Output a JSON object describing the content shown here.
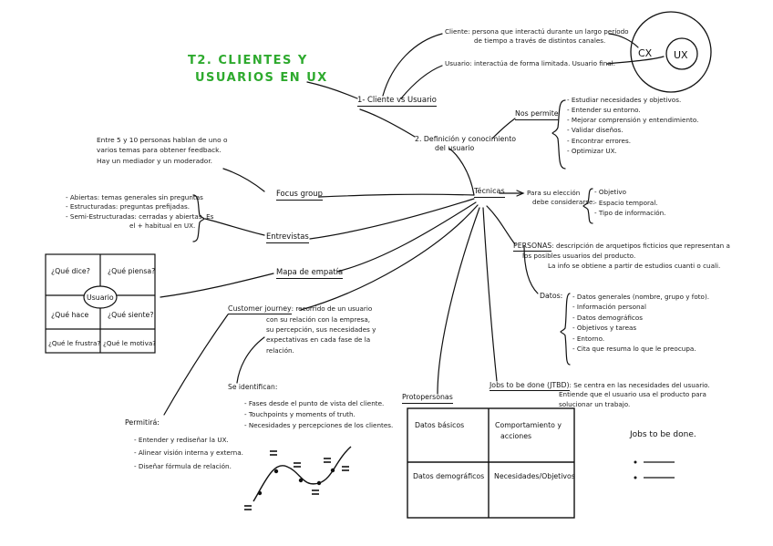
{
  "title": {
    "line1": "T2. CLIENTES Y",
    "line2": "USUARIOS EN UX"
  },
  "venn": {
    "cx": "CX",
    "ux": "UX"
  },
  "center": {
    "label": "Técnicas"
  },
  "branch_cliente_usuario": {
    "label": "1- Cliente vs Usuario",
    "cliente_l1": "Cliente: persona que interactú durante un largo período",
    "cliente_l2": "de tiempo a través de distintos canales.",
    "usuario": "Usuario: interactúa de forma limitada. Usuario final."
  },
  "branch_definicion": {
    "label_l1": "2. Definición y conocimiento",
    "label_l2": "del usuario",
    "nos_permite": "Nos permite",
    "items": [
      "- Estudiar necesidades y objetivos.",
      "- Entender su entorno.",
      "- Mejorar comprensión y entendimiento.",
      "- Validar diseños.",
      "- Encontrar errores.",
      "- Optimizar UX."
    ]
  },
  "branch_tecnicas": {
    "para_l1": "Para su elección",
    "para_l2": "debe considerarse:",
    "items": [
      "- Objetivo",
      "- Espacio temporal.",
      "- Tipo de información."
    ]
  },
  "focus_group": {
    "label": "Focus group",
    "desc": [
      "Entre 5 y 10 personas hablan de uno o",
      "varios temas para obtener feedback.",
      "Hay un mediador y un moderador."
    ]
  },
  "entrevistas": {
    "label": "Entrevistas",
    "items": [
      "- Abiertas: temas generales sin preguntas",
      "- Estructuradas: preguntas prefijadas.",
      "- Semi-Estructuradas: cerradas y abiertas. Es",
      "el + habitual en UX."
    ]
  },
  "mapa_empatia": {
    "label": "Mapa de empatía",
    "center": "Usuario",
    "q": [
      "¿Qué dice?",
      "¿Qué piensa?",
      "¿Qué hace",
      "¿Qué siente?",
      "¿Qué le frustra?",
      "¿Qué le motiva?"
    ]
  },
  "personas": {
    "label": "PERSONAS",
    "desc": [
      ": descripción de arquetipos ficticios que representan a",
      "los posibles usuarios del producto.",
      "La info se obtiene a partir de estudios cuanti o cuali."
    ],
    "datos_label": "Datos:",
    "datos": [
      "- Datos generales (nombre, grupo y foto).",
      "- Información personal",
      "- Datos demográficos",
      "- Objetivos y tareas",
      "- Entorno.",
      "- Cita que resuma lo que le preocupa."
    ]
  },
  "customer_journey": {
    "label": "Customer journey",
    "desc": [
      ": recorrido de un usuario",
      "con su relación con la empresa,",
      "su percepción, sus necesidades y",
      "expectativas en cada fase de la",
      "relación."
    ],
    "se_identifican": "Se identifican:",
    "items": [
      "- Fases desde el punto de vista del cliente.",
      "- Touchpoints y moments of truth.",
      "- Necesidades y percepciones de los clientes."
    ]
  },
  "permitira": {
    "label": "Permitirá:",
    "items": [
      "- Entender y rediseñar la UX.",
      "- Alinear visión interna y externa.",
      "- Diseñar fórmula de relación."
    ]
  },
  "protopersonas": {
    "label": "Protopersonas",
    "cells": [
      "Datos básicos",
      "Comportamiento y",
      "acciones",
      "Datos demográficos",
      "Necesidades/Objetivos"
    ]
  },
  "jtbd": {
    "label": "Jobs to be done (JTBD)",
    "desc": [
      ": Se centra en las necesidades del usuario.",
      "Entiende que el usuario usa el producto para",
      "solucionar un trabajo."
    ],
    "side_title": "Jobs to be done."
  }
}
